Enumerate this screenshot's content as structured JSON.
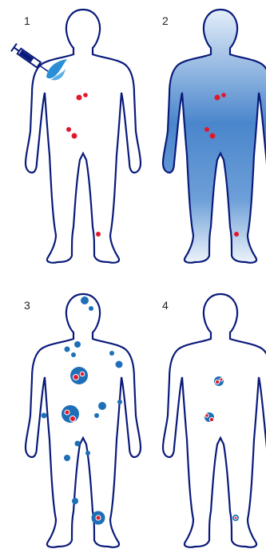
{
  "panels": [
    {
      "number": "1",
      "description_icon": "syringe-icon"
    },
    {
      "number": "2"
    },
    {
      "number": "3"
    },
    {
      "number": "4"
    }
  ],
  "colors": {
    "outline": "#0a1a7a",
    "red_dot": "#e0192a",
    "blue_dot": "#1f6fb8",
    "body_fill_top": "#dce9f7",
    "body_fill_bottom": "#2f73c2",
    "splash": "#2a8fd6"
  }
}
